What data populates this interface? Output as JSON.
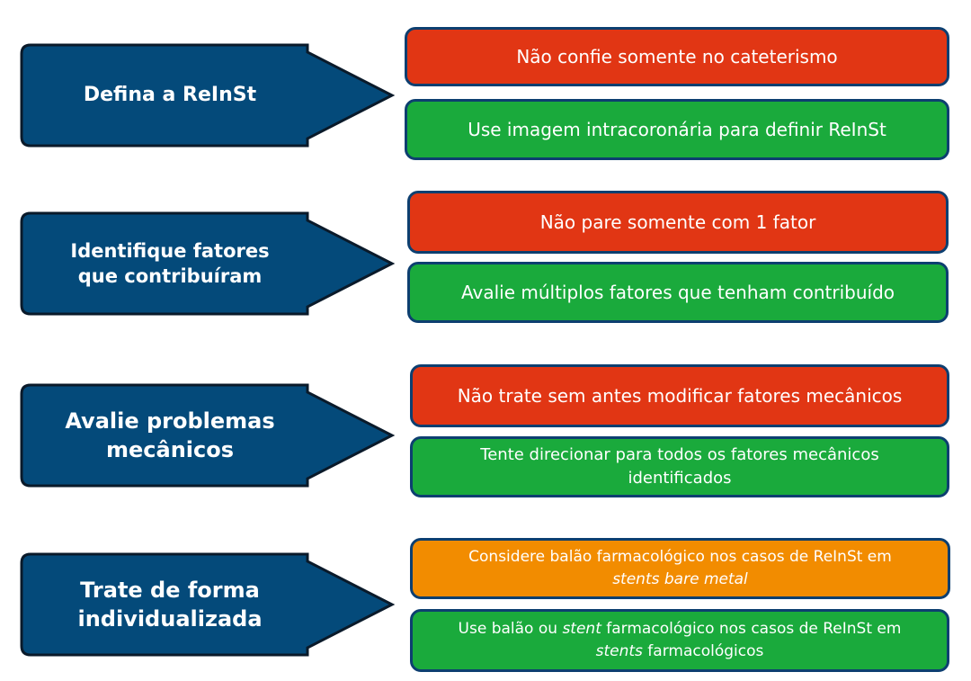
{
  "colors": {
    "arrow": "#044a7a",
    "arrow_border": "#0a1a2a",
    "dont": "#e13614",
    "do": "#1aaa3c",
    "consider": "#f28c00",
    "box_border": "#0d3f70"
  },
  "steps": [
    {
      "title_line1": "Defina a ReInSt",
      "title_line2": "",
      "box1": "Não confie somente no cateterismo",
      "box2": "Use imagem intracoronária para definir ReInSt"
    },
    {
      "title_line1": "Identifique fatores",
      "title_line2": "que contribuíram",
      "box1": "Não pare somente com 1 fator",
      "box2": "Avalie múltiplos fatores que tenham contribuído"
    },
    {
      "title_line1": "Avalie problemas",
      "title_line2": "mecânicos",
      "box1": "Não trate sem antes modificar fatores mecânicos",
      "box2_line1": "Tente direcionar para todos os fatores mecânicos",
      "box2_line2": "identificados"
    },
    {
      "title_line1": "Trate de forma",
      "title_line2": "individualizada",
      "box1_line1": "Considere balão farmacológico nos casos de ReInSt em",
      "box1_line2_em": "stents bare metal",
      "box2_line1_a": "Use balão ou ",
      "box2_line1_em": "stent",
      "box2_line1_b": " farmacológico nos casos de ReInSt em",
      "box2_line2_em": "stents",
      "box2_line2_b": " farmacológicos"
    }
  ]
}
